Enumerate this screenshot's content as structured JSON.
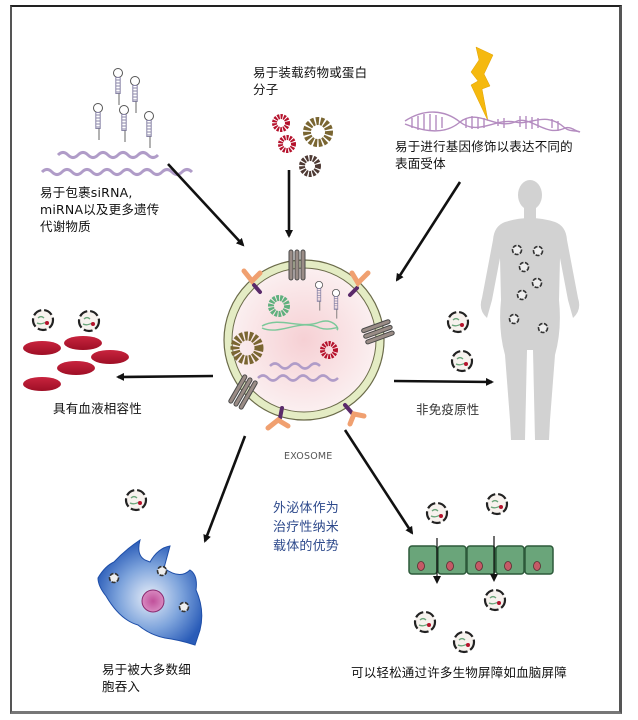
{
  "figure": {
    "title": "外泌体作为治疗性纳米载体的优势",
    "center_label": "EXOSOME",
    "labels": {
      "rna": "易于包裹siRNA,\nmiRNA以及更多遗传\n代谢物质",
      "drug": "易于装载药物或蛋白\n分子",
      "gene": "易于进行基因修饰以表达不同的\n表面受体",
      "blood": "具有血液相容性",
      "immune": "非免疫原性",
      "uptake": "易于被大多数细\n胞吞入",
      "barrier": "可以轻松通过许多生物屏障如血脑屏障",
      "center_title": "外泌体作为\n治疗性纳米\n载体的优势"
    },
    "colors": {
      "title_blue": "#2e4a8c",
      "rbc_red": "#b5122c",
      "membrane": "#e4ecc4",
      "exosome_fill": "#f8dde0",
      "bolt_yellow": "#f5b90f",
      "dna_purple": "#b48cc0",
      "barrier_green": "#6aa57a",
      "cell_blue": "#3a6fc4",
      "body_gray": "#cfcfcf"
    },
    "icons": [
      "rna-hairpin-icon",
      "protein-ring-icon",
      "lightning-bolt-icon",
      "dna-helix-icon",
      "exosome-icon",
      "red-blood-cell-icon",
      "human-body-icon",
      "phagocyte-cell-icon",
      "cell-barrier-icon",
      "arrow-icon"
    ]
  }
}
